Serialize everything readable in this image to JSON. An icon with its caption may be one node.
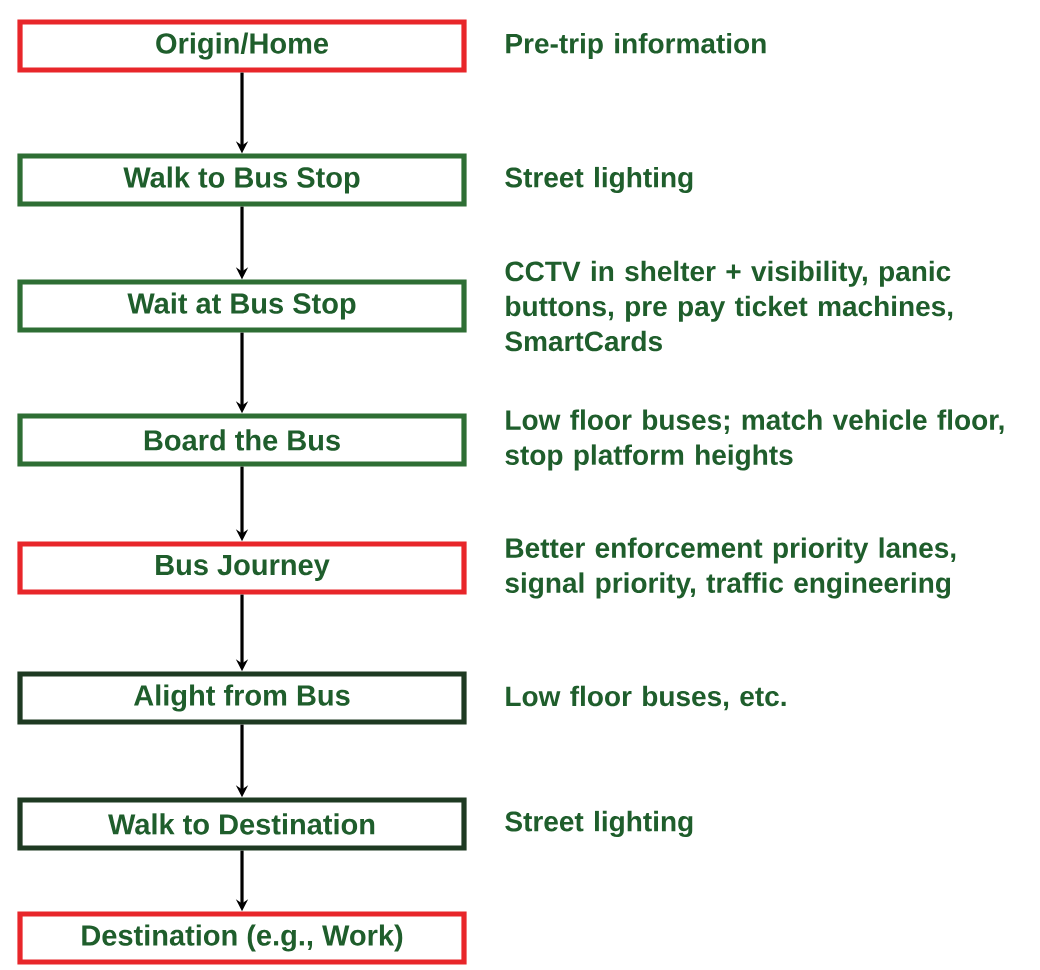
{
  "diagram": {
    "nodes": [
      {
        "text": [
          "Origin/Home"
        ],
        "beside": [
          "Pre-trip information"
        ]
      },
      {
        "text": [
          "Walk to Bus Stop"
        ],
        "beside": [
          "Street lighting"
        ]
      },
      {
        "text": [
          "Wait at Bus Stop"
        ],
        "beside": [
          "CCTV in shelter + visibility, panic buttons, pre pay ticket machines, SmartCards"
        ]
      },
      {
        "text": [
          "Board the Bus"
        ],
        "beside": [
          "Low floor buses; match vehicle floor, stop platform heights"
        ]
      },
      {
        "text": [
          "Bus Journey"
        ],
        "beside": [
          "Better enforcement priority lanes, signal priority, traffic engineering"
        ]
      },
      {
        "text": [
          "Alight from Bus"
        ],
        "beside": [
          "Low floor buses, etc."
        ]
      },
      {
        "text": [
          "Walk to Destination"
        ],
        "beside": [
          "Street lighting"
        ]
      },
      {
        "text": [
          "Destination (e.g., Work)"
        ]
      }
    ],
    "edges": [
      {
        "from": 0,
        "to": 1,
        "arrow": "to"
      },
      {
        "from": 1,
        "to": 2,
        "arrow": "to"
      },
      {
        "from": 2,
        "to": 3,
        "arrow": "to"
      },
      {
        "from": 3,
        "to": 4,
        "arrow": "to"
      },
      {
        "from": 4,
        "to": 5,
        "arrow": "to"
      },
      {
        "from": 5,
        "to": 6,
        "arrow": "to"
      },
      {
        "from": 6,
        "to": 7,
        "arrow": "to"
      }
    ]
  }
}
